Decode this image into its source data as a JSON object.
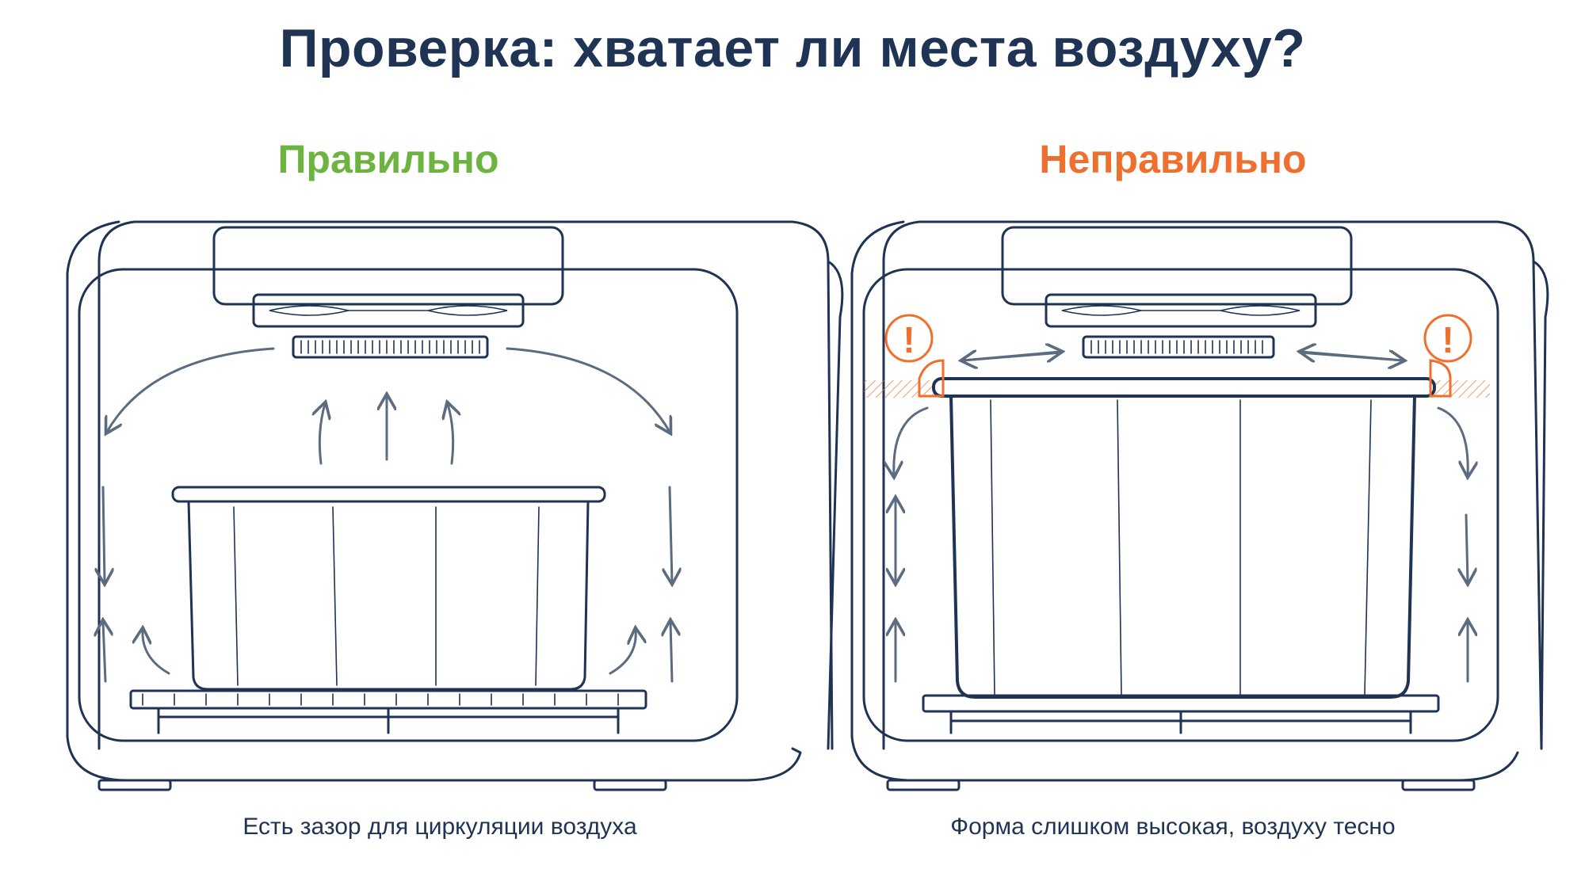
{
  "title": "Проверка: хватает ли места воздуху?",
  "panels": {
    "left": {
      "heading": "Правильно",
      "heading_color": "#6cb33f",
      "caption": "Есть зазор для циркуляции воздуха"
    },
    "right": {
      "heading": "Неправильно",
      "heading_color": "#ef6f2e",
      "caption": "Форма слишком высокая, воздуху тесно",
      "warning_symbol": "!"
    }
  },
  "colors": {
    "outline": "#1f3354",
    "arrow": "#5c6c80",
    "warning": "#ef6f2e"
  },
  "icons": [
    "warning-icon",
    "airflow-arrow-icon",
    "fan-icon"
  ]
}
